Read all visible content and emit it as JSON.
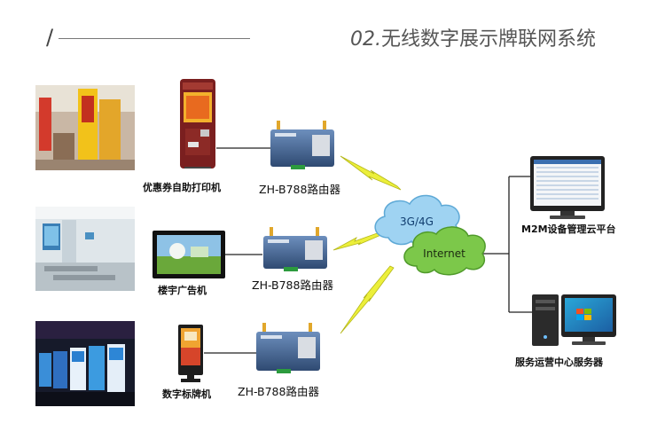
{
  "header": {
    "slash": "/",
    "number": "02.",
    "title": "无线数字展示牌联网系统"
  },
  "rows": [
    {
      "device_label": "优惠券自助打印机",
      "router_label": "ZH-B788路由器"
    },
    {
      "device_label": "楼宇广告机",
      "router_label": "ZH-B788路由器"
    },
    {
      "device_label": "数字标牌机",
      "router_label": "ZH-B788路由器"
    }
  ],
  "network": {
    "cellular_label": "3G/4G",
    "internet_label": "Internet"
  },
  "servers": [
    {
      "label": "M2M设备管理云平台"
    },
    {
      "label": "服务运营中心服务器"
    }
  ],
  "colors": {
    "router_body": "#3f5f8c",
    "cloud_blue": "#9fd3f2",
    "cloud_green": "#7cc84a",
    "lightning": "#ecef3a",
    "line": "#222222"
  }
}
